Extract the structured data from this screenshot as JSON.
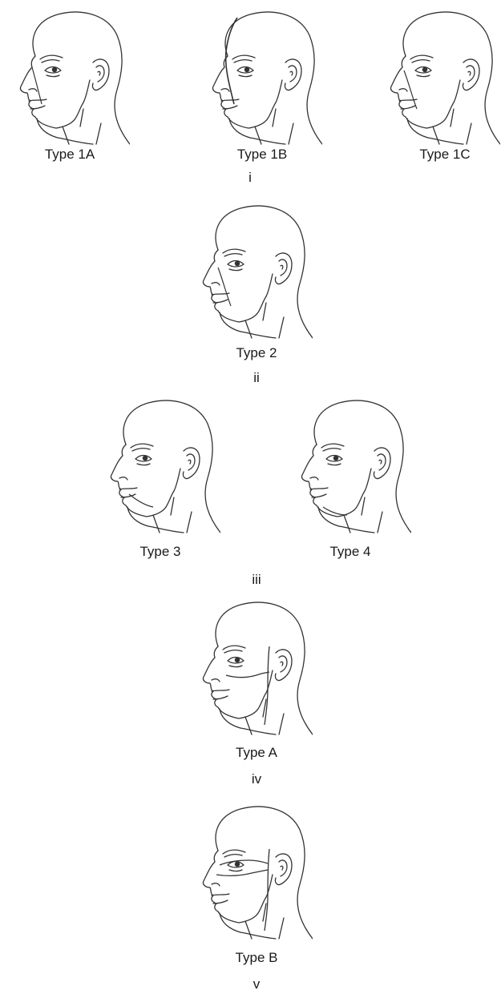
{
  "row1": {
    "labels": [
      "Type 1A",
      "Type 1B",
      "Type 1C"
    ],
    "panel": "i"
  },
  "row2": {
    "labels": [
      "Type 2"
    ],
    "panel": "ii"
  },
  "row3": {
    "labels": [
      "Type 3",
      "Type 4"
    ],
    "panel": "iii"
  },
  "row4": {
    "labels": [
      "Type A"
    ],
    "panel": "iv"
  },
  "row5": {
    "labels": [
      "Type B"
    ],
    "panel": "v"
  }
}
